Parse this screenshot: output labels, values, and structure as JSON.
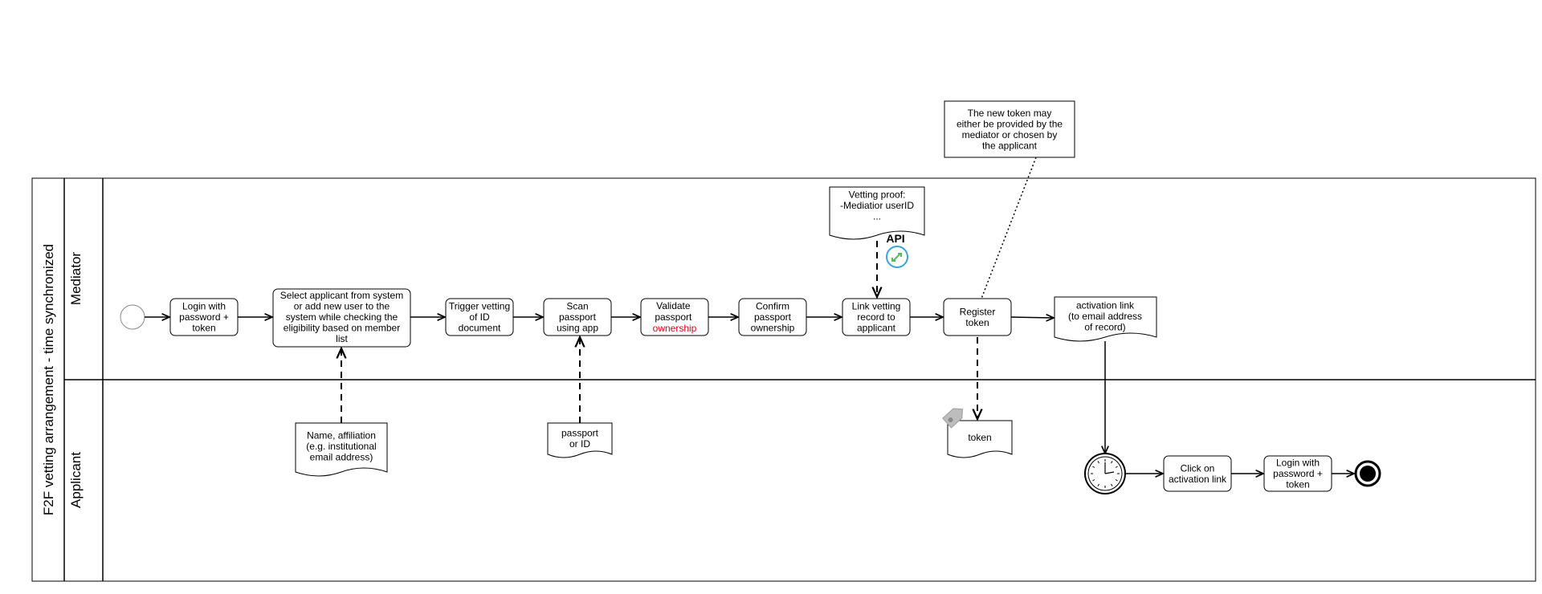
{
  "pool": {
    "title": "F2F vetting arrangement  - time synchronized"
  },
  "lanes": {
    "mediator": "Mediator",
    "applicant": "Applicant"
  },
  "tasks": {
    "login1": [
      "Login with",
      "password +",
      "token"
    ],
    "select": [
      "Select applicant from system",
      "or add new user to the",
      "system while checking the",
      "eligibility based on member",
      "list"
    ],
    "trigger": [
      "Trigger vetting",
      "of  ID",
      "document"
    ],
    "scan": [
      "Scan",
      "passport",
      "using app"
    ],
    "validate": [
      "Validate",
      "passport"
    ],
    "validate_highlight": "ownership",
    "confirm": [
      "Confirm",
      "passport",
      "ownership"
    ],
    "link": [
      "Link vetting",
      "record to",
      "applicant"
    ],
    "register": [
      "Register",
      "token"
    ],
    "click": [
      "Click on",
      "activation link"
    ],
    "login2": [
      "Login with",
      "password +",
      "token"
    ]
  },
  "documents": {
    "name": [
      "Name, affiliation",
      "(e.g. institutional",
      "email address)"
    ],
    "passport": [
      "passport",
      "or ID"
    ],
    "proof": [
      "Vetting proof:",
      "-Mediatior userID",
      "..."
    ],
    "token": "token",
    "activation": [
      "activation link",
      "(to email address",
      "of record)"
    ]
  },
  "api_label": "API",
  "annotation": [
    "The new token may",
    "either be provided by the",
    "mediator or chosen by",
    "the applicant"
  ],
  "colors": {
    "highlight": "#e8001c",
    "api_ring": "#3ba3e0",
    "api_arrows": "#5cb85c",
    "tag": "#bdbdbd"
  }
}
